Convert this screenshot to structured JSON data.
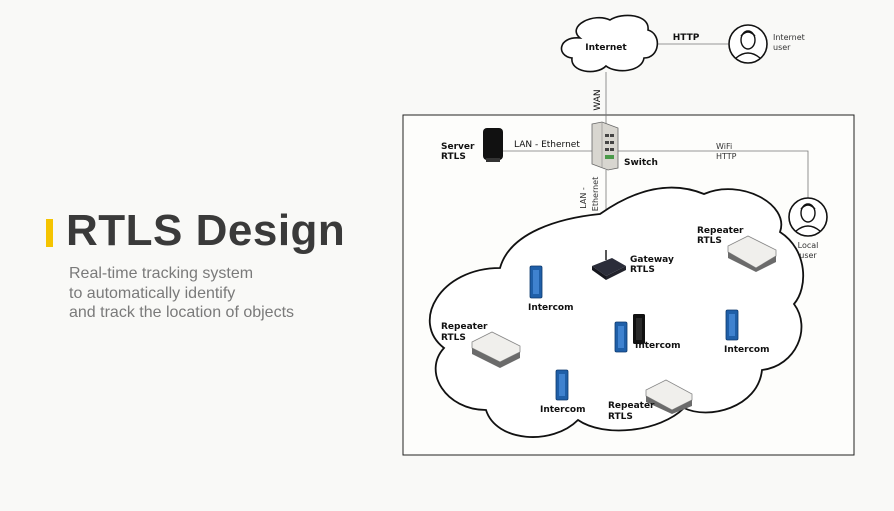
{
  "title": "RTLS Design",
  "subtitle": [
    "Real-time tracking system",
    "to automatically identify",
    "and track the location of objects"
  ],
  "colors": {
    "accent": "#f5c400",
    "title": "#3a3a3a",
    "subtitle": "#7a7a7a",
    "intercom": "#1f5fa8"
  },
  "diagram": {
    "internet": "Internet",
    "http": "HTTP",
    "internet_user": [
      "Internet",
      "user"
    ],
    "wan": "WAN",
    "server": [
      "Server",
      "RTLS"
    ],
    "lan_ethernet": "LAN - Ethernet",
    "switch": "Switch",
    "wifi_http": [
      "WiFi",
      "HTTP"
    ],
    "local_user": [
      "Local",
      "user"
    ],
    "lan_ethernet_vertical": [
      "LAN -",
      "Ethernet"
    ],
    "gateway": [
      "Gateway",
      "RTLS"
    ],
    "repeater": [
      "Repeater",
      "RTLS"
    ],
    "intercom": "Intercom"
  }
}
